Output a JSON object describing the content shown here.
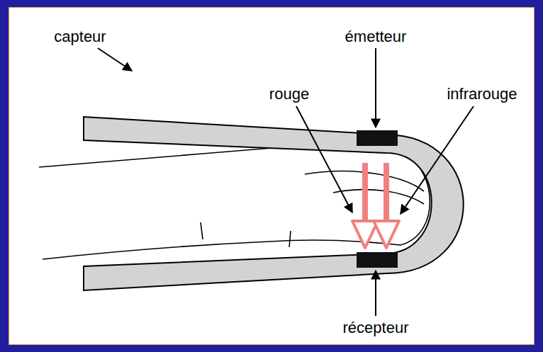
{
  "diagram": {
    "labels": [
      "capteur",
      "émetteur",
      "rouge",
      "infrarouge",
      "récepteur"
    ]
  }
}
